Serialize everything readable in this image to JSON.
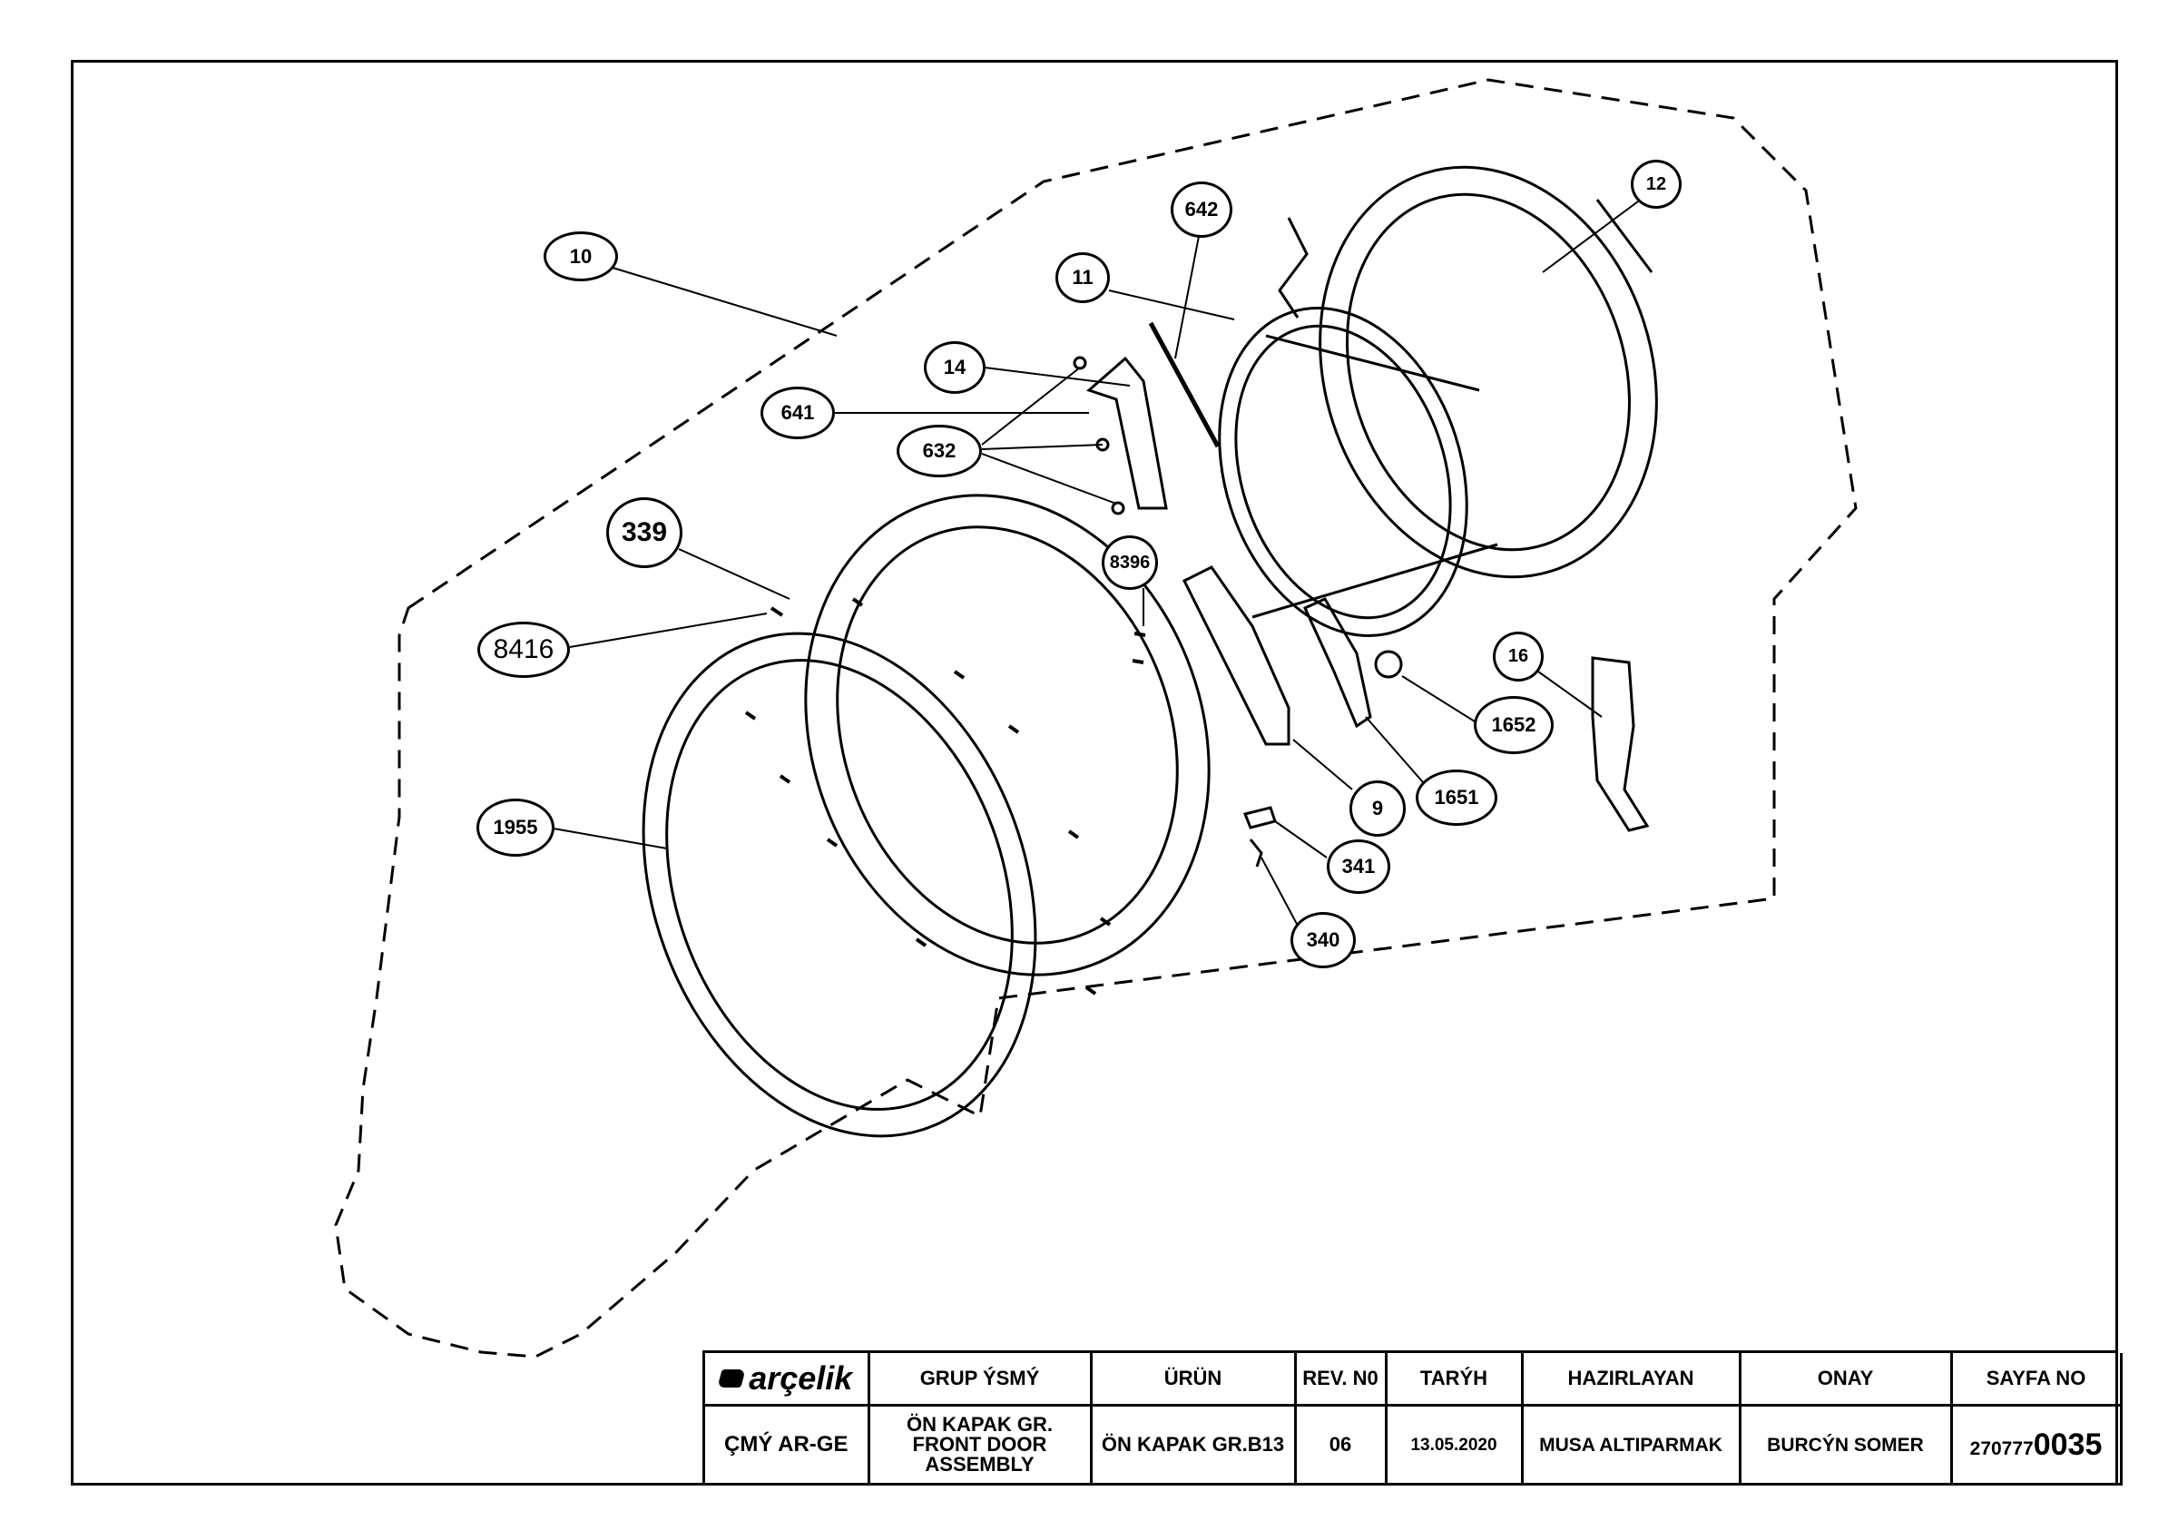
{
  "diagram": {
    "labels": [
      {
        "id": "10",
        "text": "10"
      },
      {
        "id": "642",
        "text": "642"
      },
      {
        "id": "12",
        "text": "12"
      },
      {
        "id": "11",
        "text": "11"
      },
      {
        "id": "14",
        "text": "14"
      },
      {
        "id": "641",
        "text": "641"
      },
      {
        "id": "632",
        "text": "632"
      },
      {
        "id": "339",
        "text": "339"
      },
      {
        "id": "8396",
        "text": "8396"
      },
      {
        "id": "8416",
        "text": "8416"
      },
      {
        "id": "16",
        "text": "16"
      },
      {
        "id": "1652",
        "text": "1652"
      },
      {
        "id": "1955",
        "text": "1955"
      },
      {
        "id": "9",
        "text": "9"
      },
      {
        "id": "1651",
        "text": "1651"
      },
      {
        "id": "341",
        "text": "341"
      },
      {
        "id": "340",
        "text": "340"
      }
    ]
  },
  "title_block": {
    "logo_text": "arçelik",
    "headers": {
      "group_name": "GRUP ÝSMÝ",
      "product": "ÜRÜN",
      "rev_no": "REV. N0",
      "date": "TARÝH",
      "prepared_by": "HAZIRLAYAN",
      "approval": "ONAY",
      "page_no": "SAYFA NO"
    },
    "values": {
      "department": "ÇMÝ AR-GE",
      "group_name": "ÖN KAPAK GR. FRONT DOOR ASSEMBLY",
      "product": "ÖN KAPAK GR.B13",
      "rev_no": "06",
      "date": "13.05.2020",
      "prepared_by": "MUSA ALTIPARMAK",
      "approval": "BURCÝN SOMER",
      "page_no_prefix": "270777",
      "page_no_suffix": "0035"
    }
  }
}
